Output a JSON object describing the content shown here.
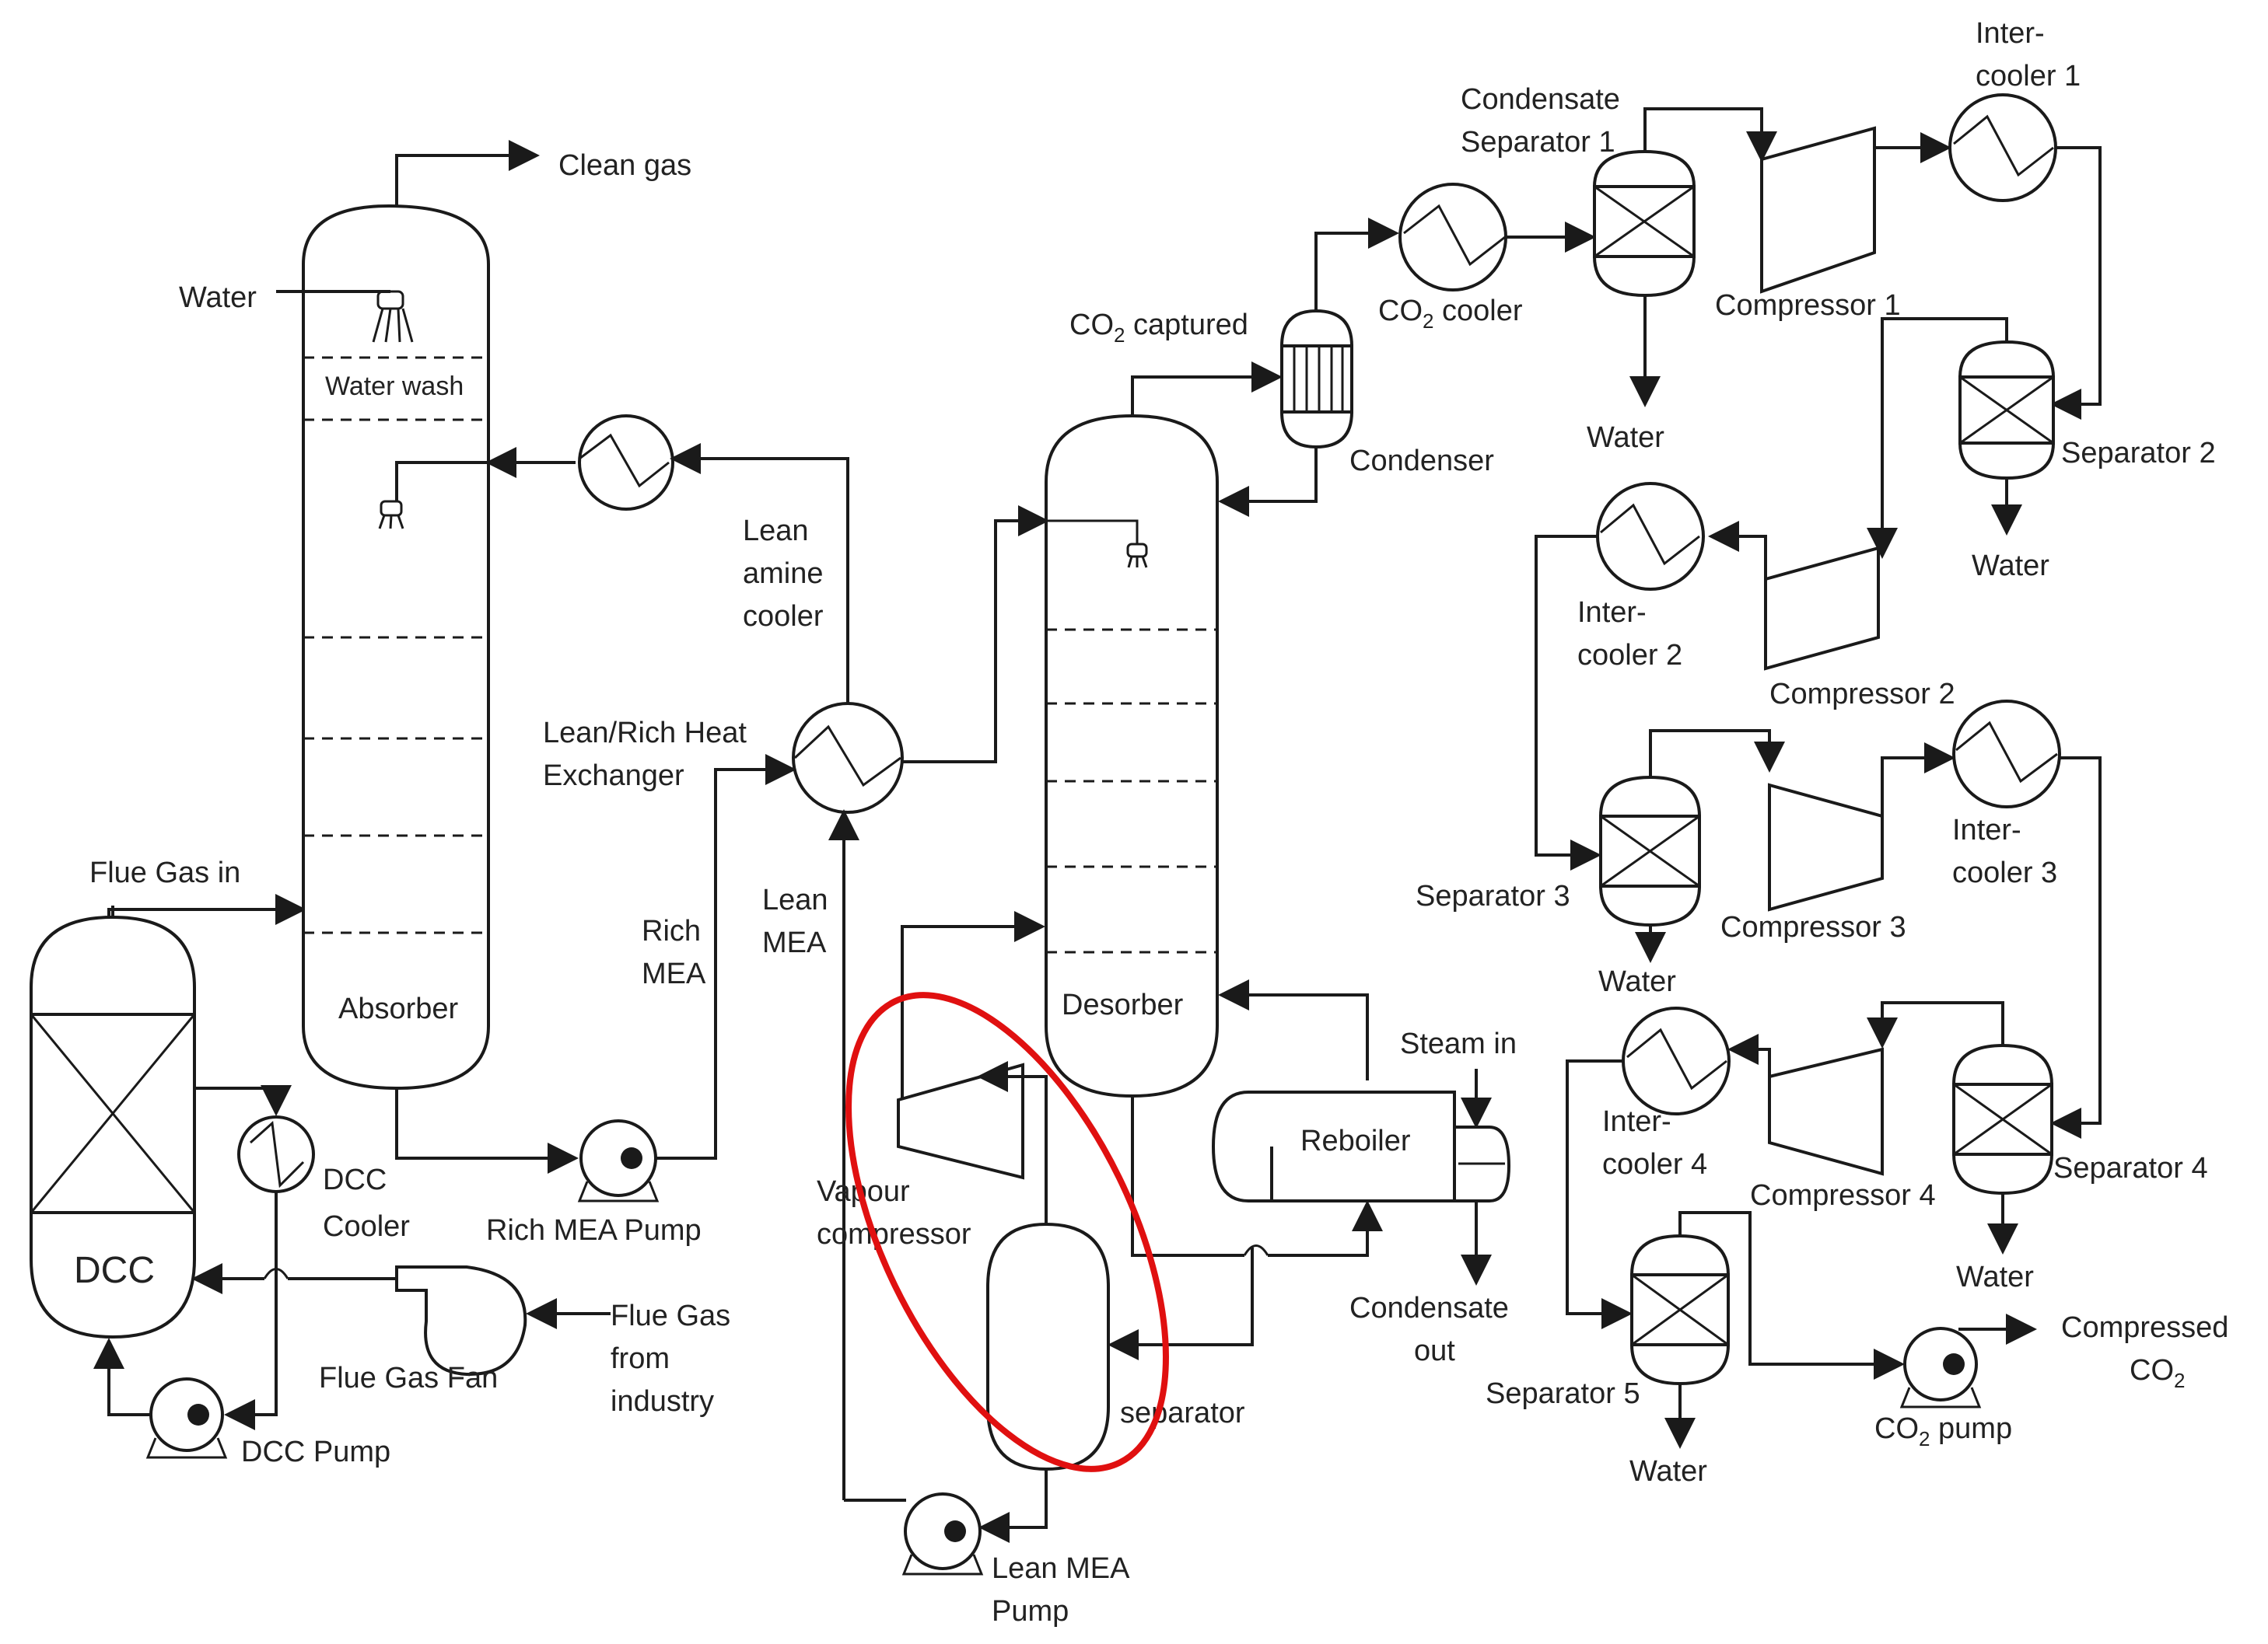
{
  "labels": {
    "clean_gas": "Clean gas",
    "water_top": "Water",
    "water_wash": "Water wash",
    "absorber": "Absorber",
    "flue_gas_in": "Flue Gas in",
    "dcc": "DCC",
    "dcc_cooler_1": "DCC",
    "dcc_cooler_2": "Cooler",
    "dcc_pump": "DCC Pump",
    "flue_gas_fan": "Flue Gas Fan",
    "flue_gas_from_1": "Flue Gas",
    "flue_gas_from_2": "from",
    "flue_gas_from_3": "industry",
    "rich_mea_pump": "Rich MEA Pump",
    "rich_mea_1": "Rich",
    "rich_mea_2": "MEA",
    "lean_mea_1": "Lean",
    "lean_mea_2": "MEA",
    "lean_rich_hx_1": "Lean/Rich Heat",
    "lean_rich_hx_2": "Exchanger",
    "lean_amine_1": "Lean",
    "lean_amine_2": "amine",
    "lean_amine_3": "cooler",
    "co2_captured_pre": "CO",
    "co2_captured_sub": "2",
    "co2_captured_post": " captured",
    "condenser": "Condenser",
    "co2_cooler_pre": "CO",
    "co2_cooler_sub": "2",
    "co2_cooler_post": " cooler",
    "desorber": "Desorber",
    "reboiler": "Reboiler",
    "steam_in": "Steam in",
    "condensate_out_1": "Condensate",
    "condensate_out_2": "out",
    "vapour_1": "Vapour",
    "vapour_2": "compressor",
    "separator": "separator",
    "lean_mea_pump_1": "Lean MEA",
    "lean_mea_pump_2": "Pump",
    "cond_sep_1": "Condensate",
    "cond_sep_2": "Separator 1",
    "water_sep1": "Water",
    "compressor_1": "Compressor 1",
    "intercooler_1a": "Inter-",
    "intercooler_1b": "cooler 1",
    "separator_2": "Separator 2",
    "water_sep2": "Water",
    "intercooler_2a": "Inter-",
    "intercooler_2b": "cooler 2",
    "compressor_2": "Compressor 2",
    "separator_3": "Separator 3",
    "water_sep3": "Water",
    "compressor_3": "Compressor 3",
    "intercooler_3a": "Inter-",
    "intercooler_3b": "cooler 3",
    "intercooler_4a": "Inter-",
    "intercooler_4b": "cooler 4",
    "compressor_4": "Compressor 4",
    "separator_4": "Separator 4",
    "water_sep4": "Water",
    "separator_5": "Separator 5",
    "water_sep5": "Water",
    "co2_pump_pre": "CO",
    "co2_pump_sub": "2",
    "co2_pump_post": " pump",
    "compressed_1": "Compressed",
    "compressed_2_pre": "CO",
    "compressed_2_sub": "2"
  },
  "highlight_color": "#e01010"
}
